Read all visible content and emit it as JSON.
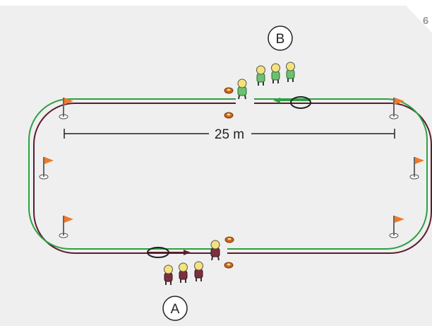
{
  "page_number": "6",
  "distance_label": "25 m",
  "group_a_label": "A",
  "group_b_label": "B",
  "colors": {
    "background": "#efefef",
    "corner_tab": "#ffffff",
    "page_number": "#9a9a9a",
    "team_a_track": "#5a1e2e",
    "team_b_track": "#2ea043",
    "flag": "#f07a2a",
    "cone": "#c8641e",
    "player_head": "#f4e27a",
    "player_a_shirt": "#7a3040",
    "player_b_shirt": "#6cc070"
  }
}
